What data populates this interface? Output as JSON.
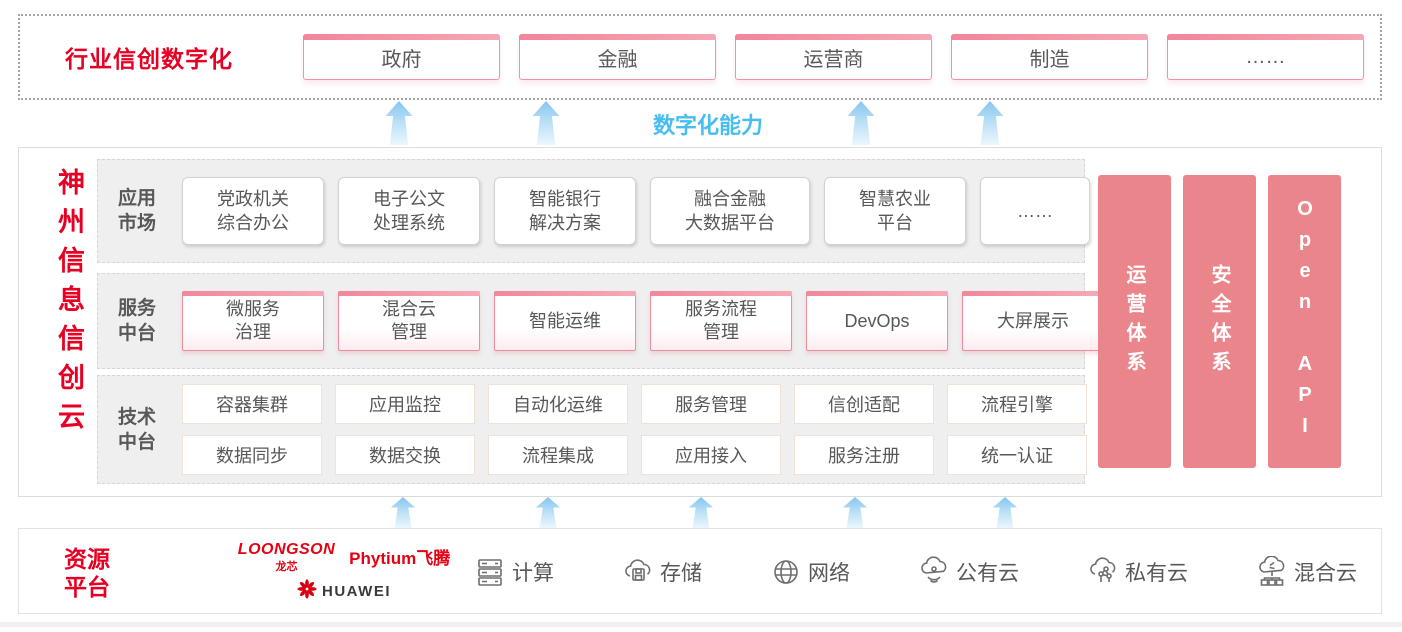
{
  "colors": {
    "accent_red": "#e60023",
    "pillar_pink": "#ea858b",
    "capability_blue": "#47bdf0",
    "box_text_gray": "#595757",
    "arrow_blue": "#9fd3f3"
  },
  "top_band": {
    "title": "行业信创数字化",
    "industries": [
      "政府",
      "金融",
      "运营商",
      "制造",
      "……"
    ]
  },
  "capability_label": "数字化能力",
  "platform": {
    "side_title": "神州信息信创云",
    "app_market": {
      "label": "应用\n市场",
      "boxes": [
        "党政机关\n综合办公",
        "电子公文\n处理系统",
        "智能银行\n解决方案",
        "融合金融\n大数据平台",
        "智慧农业\n平台",
        "……"
      ]
    },
    "service_middle": {
      "label": "服务\n中台",
      "boxes": [
        "微服务\n治理",
        "混合云\n管理",
        "智能运维",
        "服务流程\n管理",
        "DevOps",
        "大屏展示"
      ]
    },
    "tech_middle": {
      "label": "技术\n中台",
      "row1": [
        "容器集群",
        "应用监控",
        "自动化运维",
        "服务管理",
        "信创适配",
        "流程引擎"
      ],
      "row2": [
        "数据同步",
        "数据交换",
        "流程集成",
        "应用接入",
        "服务注册",
        "统一认证"
      ]
    },
    "pillars": [
      "运营体系",
      "安全体系",
      "Open API"
    ]
  },
  "resources": {
    "title": "资源\n平台",
    "vendors": {
      "loongson": "LOONGSON",
      "loongson_cn": "龙芯",
      "phytium": "Phytium飞腾",
      "huawei": "HUAWEI"
    },
    "items": [
      {
        "icon": "compute-icon",
        "label": "计算"
      },
      {
        "icon": "storage-icon",
        "label": "存储"
      },
      {
        "icon": "network-icon",
        "label": "网络"
      },
      {
        "icon": "public-cloud-icon",
        "label": "公有云"
      },
      {
        "icon": "private-cloud-icon",
        "label": "私有云"
      },
      {
        "icon": "hybrid-cloud-icon",
        "label": "混合云"
      }
    ]
  }
}
